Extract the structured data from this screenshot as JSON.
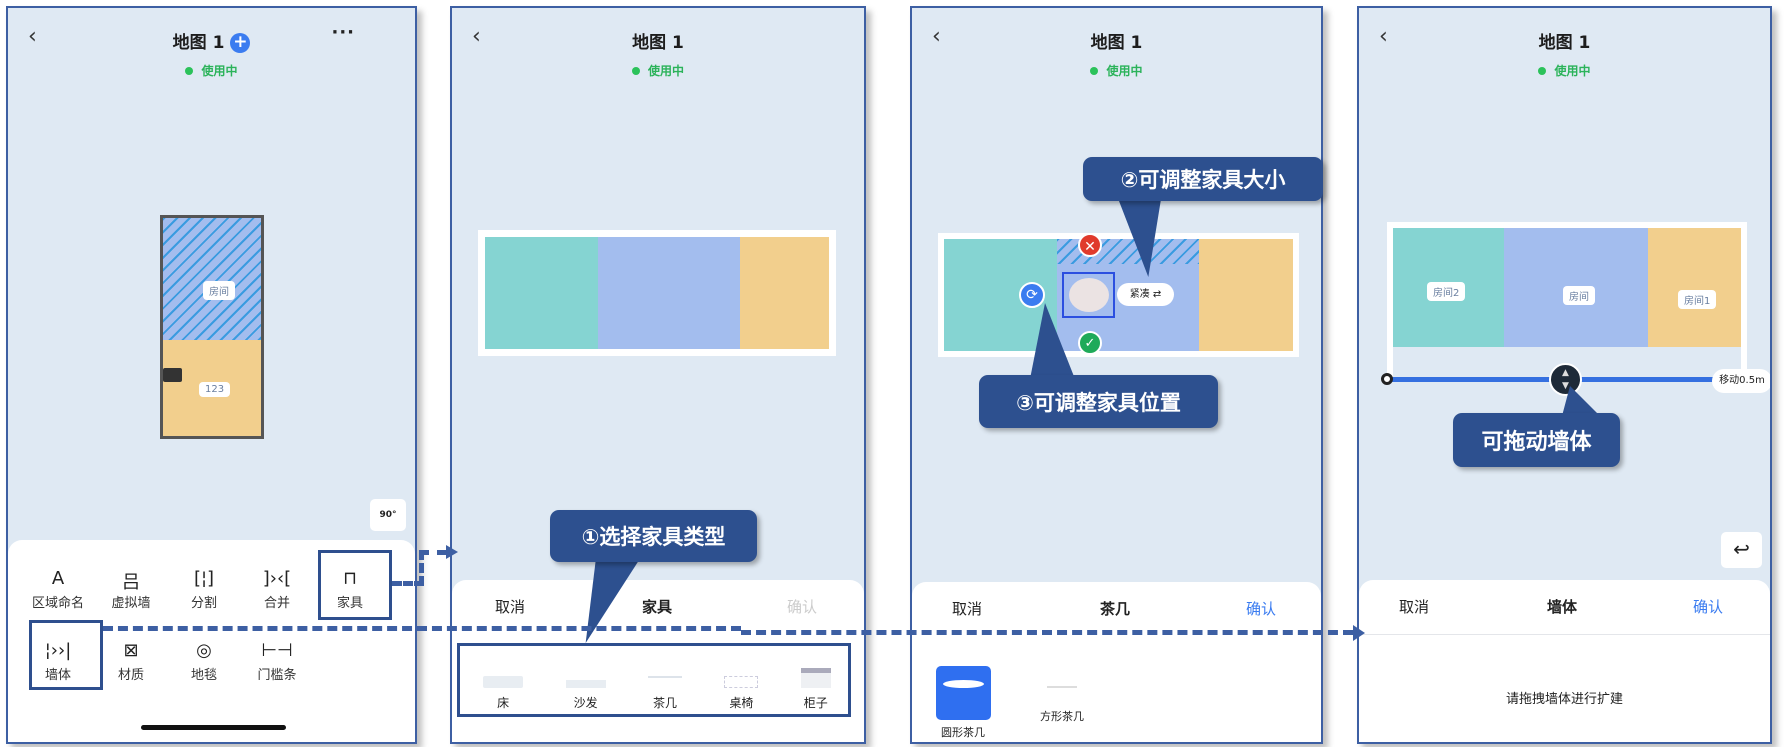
{
  "colors": {
    "accent": "#3b7cf0",
    "callout": "#2d508f",
    "teal": "#85d4d2",
    "blue": "#a3bdee",
    "orange": "#f2cf8d",
    "status": "#2bb35a"
  },
  "panel1": {
    "title": "地图 1",
    "status": "使用中",
    "rooms": [
      "房间",
      "123"
    ],
    "rotate_label": "90°",
    "tools_row1": [
      {
        "label": "区域命名",
        "icon": "text-a-icon"
      },
      {
        "label": "虚拟墙",
        "icon": "virtual-wall-icon"
      },
      {
        "label": "分割",
        "icon": "split-icon"
      },
      {
        "label": "合并",
        "icon": "merge-icon"
      },
      {
        "label": "家具",
        "icon": "sofa-icon"
      }
    ],
    "tools_row2": [
      {
        "label": "墙体",
        "icon": "wall-icon"
      },
      {
        "label": "材质",
        "icon": "material-icon"
      },
      {
        "label": "地毯",
        "icon": "carpet-icon"
      },
      {
        "label": "门槛条",
        "icon": "threshold-icon"
      }
    ]
  },
  "panel2": {
    "title": "地图 1",
    "status": "使用中",
    "cancel": "取消",
    "heading": "家具",
    "confirm": "确认",
    "items": [
      "床",
      "沙发",
      "茶几",
      "桌椅",
      "柜子"
    ],
    "callout": "①选择家具类型"
  },
  "panel3": {
    "title": "地图 1",
    "status": "使用中",
    "size_label": "紧凑",
    "cancel": "取消",
    "heading": "茶几",
    "confirm": "确认",
    "items": [
      "圆形茶几",
      "方形茶几"
    ],
    "callout_size": "②可调整家具大小",
    "callout_position": "③可调整家具位置"
  },
  "panel4": {
    "title": "地图 1",
    "status": "使用中",
    "rooms": [
      "房间2",
      "房间",
      "房间1"
    ],
    "move_label": "移动0.5m",
    "callout": "可拖动墙体",
    "cancel": "取消",
    "heading": "墙体",
    "confirm": "确认",
    "hint": "请拖拽墙体进行扩建"
  }
}
